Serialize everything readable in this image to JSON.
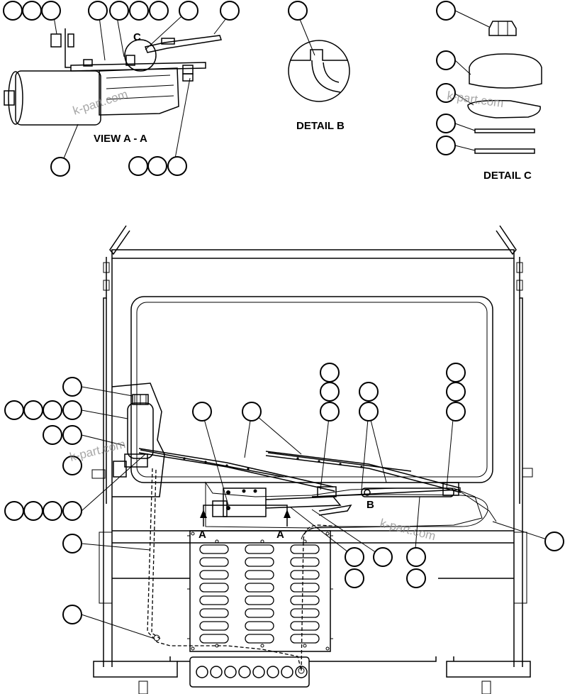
{
  "labels": {
    "view_aa": "VIEW A - A",
    "detail_b": "DETAIL B",
    "detail_c": "DETAIL C",
    "marker_c": "C",
    "marker_b": "B",
    "section_a_left": "A",
    "section_a_right": "A"
  },
  "watermarks": [
    "k-part.com",
    "k-part.com",
    "k-part.com",
    "k-part.com"
  ]
}
